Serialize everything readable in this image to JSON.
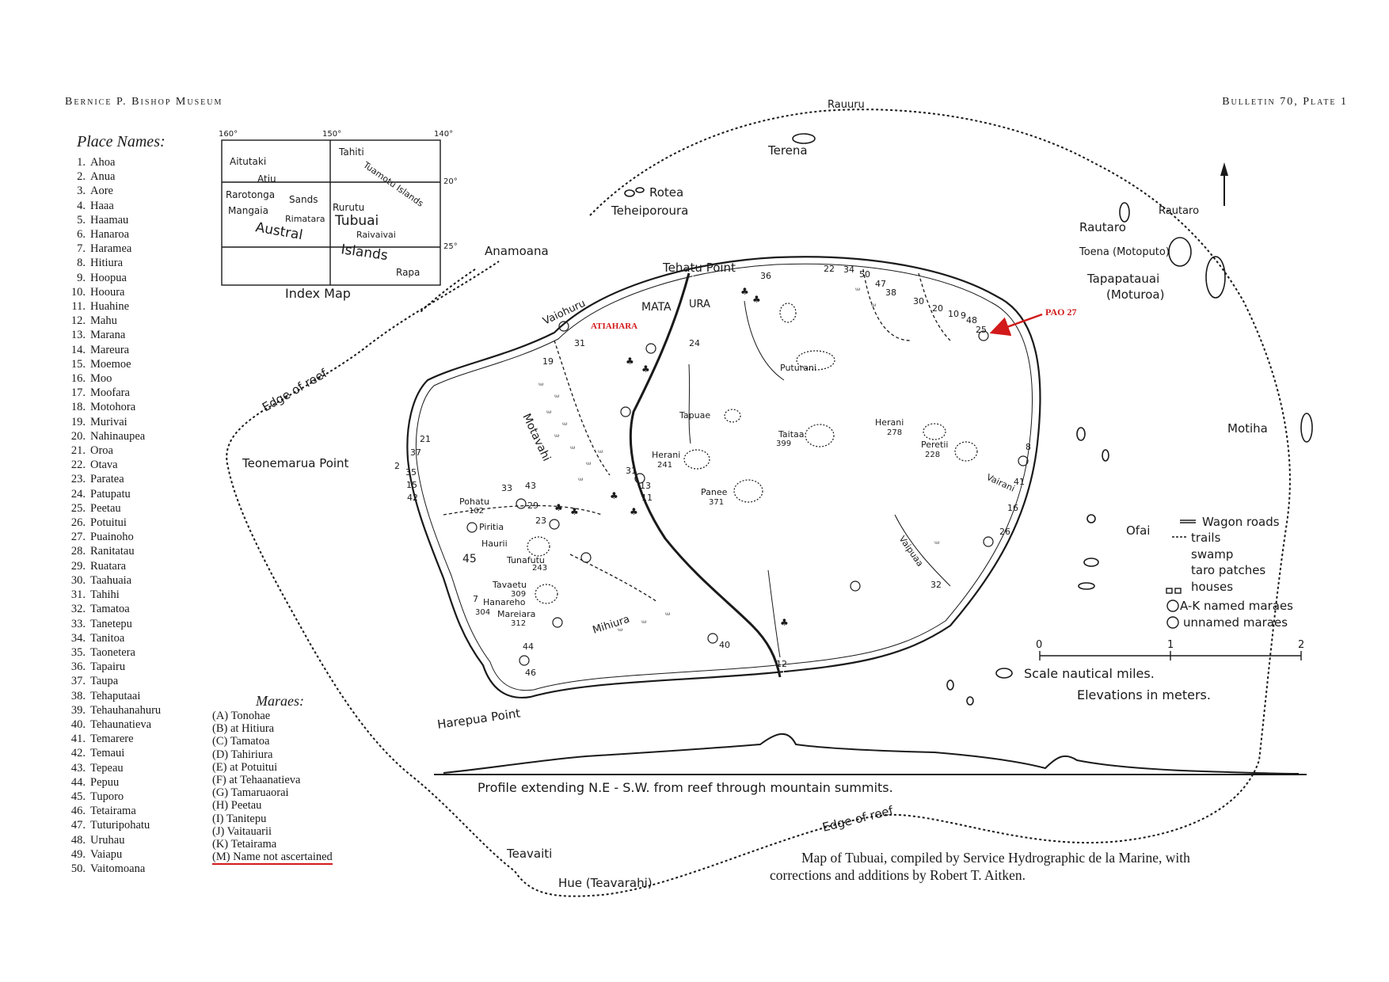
{
  "header": {
    "left": "Bernice P. Bishop Museum",
    "right": "Bulletin 70, Plate 1"
  },
  "place_names": {
    "title": "Place Names:",
    "items": [
      {
        "num": "1.",
        "name": "Ahoa"
      },
      {
        "num": "2.",
        "name": "Anua"
      },
      {
        "num": "3.",
        "name": "Aore"
      },
      {
        "num": "4.",
        "name": "Haaa"
      },
      {
        "num": "5.",
        "name": "Haamau"
      },
      {
        "num": "6.",
        "name": "Hanaroa"
      },
      {
        "num": "7.",
        "name": "Haramea"
      },
      {
        "num": "8.",
        "name": "Hitiura"
      },
      {
        "num": "9.",
        "name": "Hoopua"
      },
      {
        "num": "10.",
        "name": "Hooura"
      },
      {
        "num": "11.",
        "name": "Huahine"
      },
      {
        "num": "12.",
        "name": "Mahu"
      },
      {
        "num": "13.",
        "name": "Marana"
      },
      {
        "num": "14.",
        "name": "Mareura"
      },
      {
        "num": "15.",
        "name": "Moemoe"
      },
      {
        "num": "16.",
        "name": "Moo"
      },
      {
        "num": "17.",
        "name": "Moofara"
      },
      {
        "num": "18.",
        "name": "Motohora"
      },
      {
        "num": "19.",
        "name": "Murivai"
      },
      {
        "num": "20.",
        "name": "Nahinaupea"
      },
      {
        "num": "21.",
        "name": "Oroa"
      },
      {
        "num": "22.",
        "name": "Otava"
      },
      {
        "num": "23.",
        "name": "Paratea"
      },
      {
        "num": "24.",
        "name": "Patupatu"
      },
      {
        "num": "25.",
        "name": "Peetau"
      },
      {
        "num": "26.",
        "name": "Potuitui"
      },
      {
        "num": "27.",
        "name": "Puainoho"
      },
      {
        "num": "28.",
        "name": "Ranitatau"
      },
      {
        "num": "29.",
        "name": "Ruatara"
      },
      {
        "num": "30.",
        "name": "Taahuaia"
      },
      {
        "num": "31.",
        "name": "Tahihi"
      },
      {
        "num": "32.",
        "name": "Tamatoa"
      },
      {
        "num": "33.",
        "name": "Tanetepu"
      },
      {
        "num": "34.",
        "name": "Tanitoa"
      },
      {
        "num": "35.",
        "name": "Taonetera"
      },
      {
        "num": "36.",
        "name": "Tapairu"
      },
      {
        "num": "37.",
        "name": "Taupa"
      },
      {
        "num": "38.",
        "name": "Tehaputaai"
      },
      {
        "num": "39.",
        "name": "Tehauhanahuru"
      },
      {
        "num": "40.",
        "name": "Tehaunatieva"
      },
      {
        "num": "41.",
        "name": "Temarere"
      },
      {
        "num": "42.",
        "name": "Temaui"
      },
      {
        "num": "43.",
        "name": "Tepeau"
      },
      {
        "num": "44.",
        "name": "Pepuu"
      },
      {
        "num": "45.",
        "name": "Tuporo"
      },
      {
        "num": "46.",
        "name": "Tetairama"
      },
      {
        "num": "47.",
        "name": "Tuturipohatu"
      },
      {
        "num": "48.",
        "name": "Uruhau"
      },
      {
        "num": "49.",
        "name": "Vaiapu"
      },
      {
        "num": "50.",
        "name": "Vaitomoana"
      }
    ]
  },
  "maraes": {
    "title": "Maraes:",
    "items": [
      "(A)  Tonohae",
      "(B)  at Hitiura",
      "(C)  Tamatoa",
      "(D)  Tahiriura",
      "(E)  at Potuitui",
      "(F)  at Tehaanatieva",
      "(G)  Tamaruaorai",
      "(H)  Peetau",
      "(I)  Tanitepu",
      "(J)  Vaitauarii",
      "(K)  Tetairama",
      "(M)  Name not ascertained"
    ]
  },
  "index_map": {
    "title": "Index Map",
    "longitudes": [
      "160°",
      "150°",
      "140°"
    ],
    "latitudes": [
      "20°",
      "25°"
    ],
    "labels": [
      "Aitutaki",
      "Atiu",
      "Tahiti",
      "Tuamotu Islands",
      "Rarotonga",
      "Sands",
      "Mangaia",
      "Rurutu",
      "Rimatara",
      "Tubuai",
      "Raivaivai",
      "Austral",
      "Islands",
      "Rapa"
    ]
  },
  "map_labels": {
    "rauuru": "Rauuru",
    "terena": "Terena",
    "rotea": "Rotea",
    "teheiporoura": "Teheiporoura",
    "rautaro1": "Rautaro",
    "rautaro2": "Rautaro",
    "toena": "Toena (Motoputo)",
    "tapapatauai": "Tapapatauai",
    "moturoa": "(Moturoa)",
    "anamoana": "Anamoana",
    "tehatu": "Tehatu Point",
    "vaiohuru": "Vaiohuru",
    "mata": "MATA",
    "ura": "URA",
    "edge_reef_top": "Edge of reef",
    "teonemarua": "Teonemarua Point",
    "motiha": "Motiha",
    "motavahi": "Motavahi",
    "tapuae": "Tapuae",
    "taitaa": "Taitaa",
    "taitaa_elev": "399",
    "herani_e": "Herani",
    "herani_e_elev": "278",
    "peretii": "Peretii",
    "peretii_elev": "228",
    "herani_w": "Herani",
    "herani_w_elev": "241",
    "panee": "Panee",
    "panee_elev": "371",
    "puturani": "Puturani",
    "pohatu": "Pohatu",
    "pohatu_elev": "102",
    "piritia": "Piritia",
    "haurii": "Haurii",
    "tunafutu": "Tunafutu",
    "tunafutu_elev": "243",
    "tavaetu": "Tavaetu",
    "tavaetu_elev": "309",
    "hanareho": "Hanareho",
    "mareiara": "Mareiara",
    "mareiara_elev": "312",
    "elev_304": "304",
    "mihiura": "Mihiura",
    "vairani": "Vairani",
    "vaipuaa": "Vaipuaa",
    "ofai": "Ofai",
    "harepua": "Harepua Point",
    "teavaiti": "Teavaiti",
    "hue": "Hue (Teavarahi)",
    "edge_reef_bottom": "Edge of reef",
    "profile": "Profile extending   N.E - S.W.   from reef through   mountain summits.",
    "scale_title": "Scale nautical miles.",
    "elevations": "Elevations in meters.",
    "scale_0": "0",
    "scale_1": "1",
    "scale_2": "2"
  },
  "legend": {
    "wagon_roads": "Wagon roads",
    "trails": "trails",
    "swamp": "swamp",
    "taro": "taro patches",
    "houses": "houses",
    "named": "A-K named maraes",
    "unnamed": "unnamed maraes"
  },
  "annotations": {
    "atiahara": "ATIAHARA",
    "pao27": "PAO 27",
    "red_color": "#d21a1a"
  },
  "caption": {
    "line1": "Map of Tubuai, compiled by Service Hydrographic de la Marine, with",
    "line2": "corrections and additions by Robert T. Aitken."
  }
}
